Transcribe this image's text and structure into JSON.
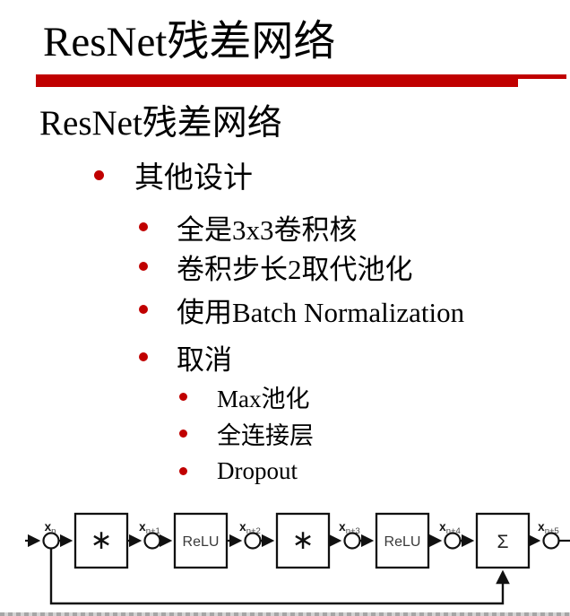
{
  "slide": {
    "title": "ResNet残差网络",
    "subtitle": "ResNet残差网络",
    "accent_color": "#c00000",
    "bullets": [
      {
        "level": 1,
        "text": "其他设计"
      },
      {
        "level": 2,
        "text": "全是3x3卷积核"
      },
      {
        "level": 2,
        "text": "卷积步长2取代池化"
      },
      {
        "level": 2,
        "text": "使用Batch Normalization"
      },
      {
        "level": 2,
        "text": "取消"
      },
      {
        "level": 3,
        "text": "Max池化"
      },
      {
        "level": 3,
        "text": "全连接层"
      },
      {
        "level": 3,
        "text": "Dropout"
      }
    ]
  },
  "diagram": {
    "blocks": [
      "∗",
      "ReLU",
      "∗",
      "ReLU",
      "Σ"
    ],
    "labels": [
      {
        "base": "x",
        "sub": "n"
      },
      {
        "base": "x",
        "sub": "n+1"
      },
      {
        "base": "x",
        "sub": "n+2"
      },
      {
        "base": "x",
        "sub": "n+3"
      },
      {
        "base": "x",
        "sub": "n+4"
      },
      {
        "base": "x",
        "sub": "n+5"
      }
    ]
  }
}
